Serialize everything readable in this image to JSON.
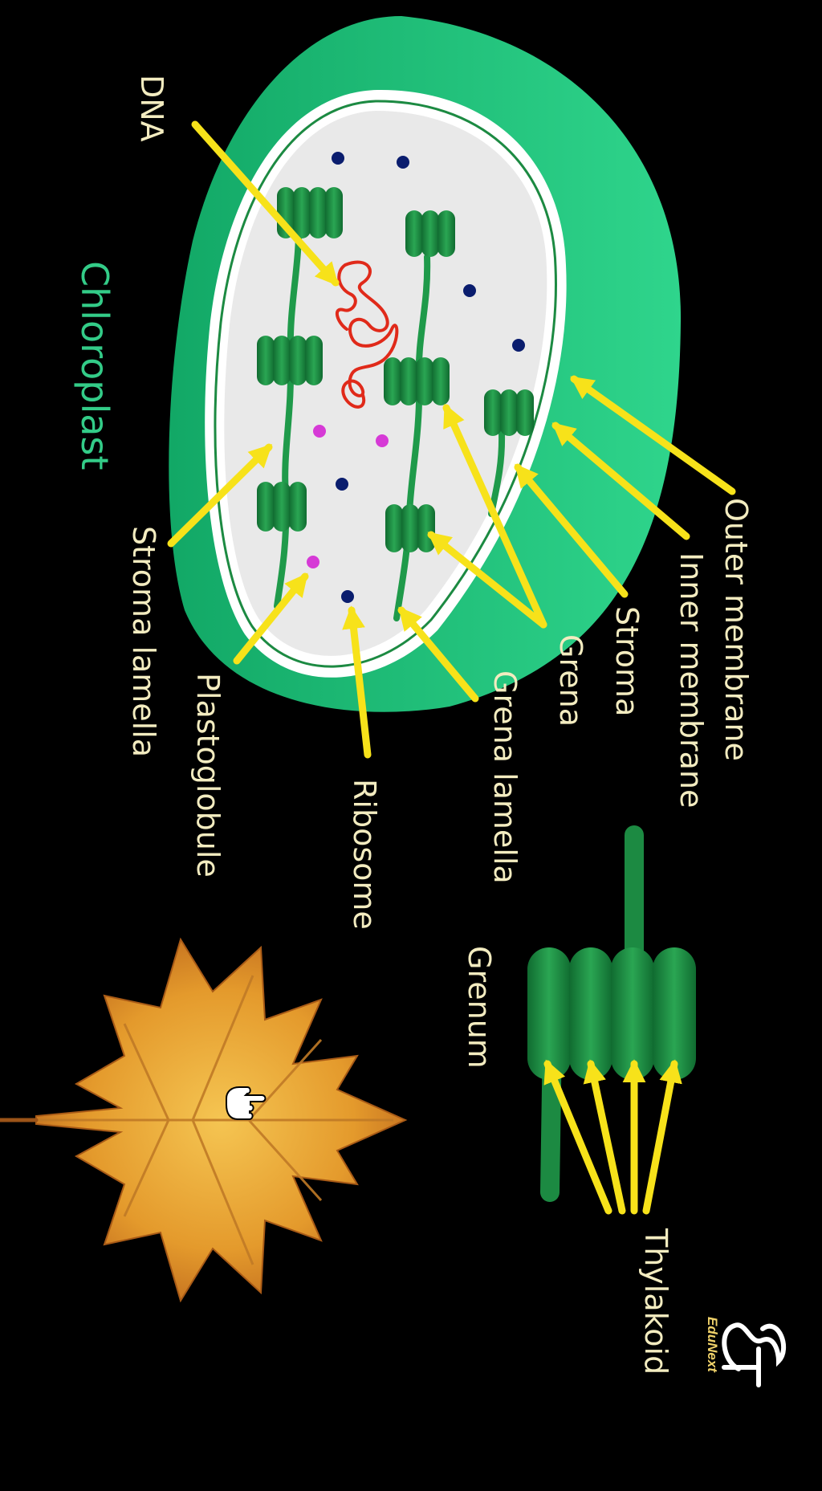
{
  "title": "Chloroplast",
  "labels": {
    "outer_membrane": "Outer membrane",
    "inner_membrane": "Inner membrane",
    "stroma": "Stroma",
    "grena": "Grena",
    "grena_lamella": "Grena lamella",
    "ribosome": "Ribosome",
    "plastoglobule": "Plastoglobule",
    "stroma_lamella": "Stroma lamella",
    "dna": "DNA",
    "grenum": "Grenum",
    "thylakoid": "Thylakoid"
  },
  "logo_text": "EduNext",
  "colors": {
    "background": "#000000",
    "outer_membrane": "#1ec87e",
    "stroma": "#eaeaea",
    "granum": "#1c8a42",
    "arrow": "#f7e21a",
    "label": "#f3ecc0",
    "title": "#33cc88",
    "dna": "#e02a1a",
    "ribosome": "#0a1d6e",
    "plastoglobule": "#d63ad6",
    "leaf": "#e39a2c"
  }
}
